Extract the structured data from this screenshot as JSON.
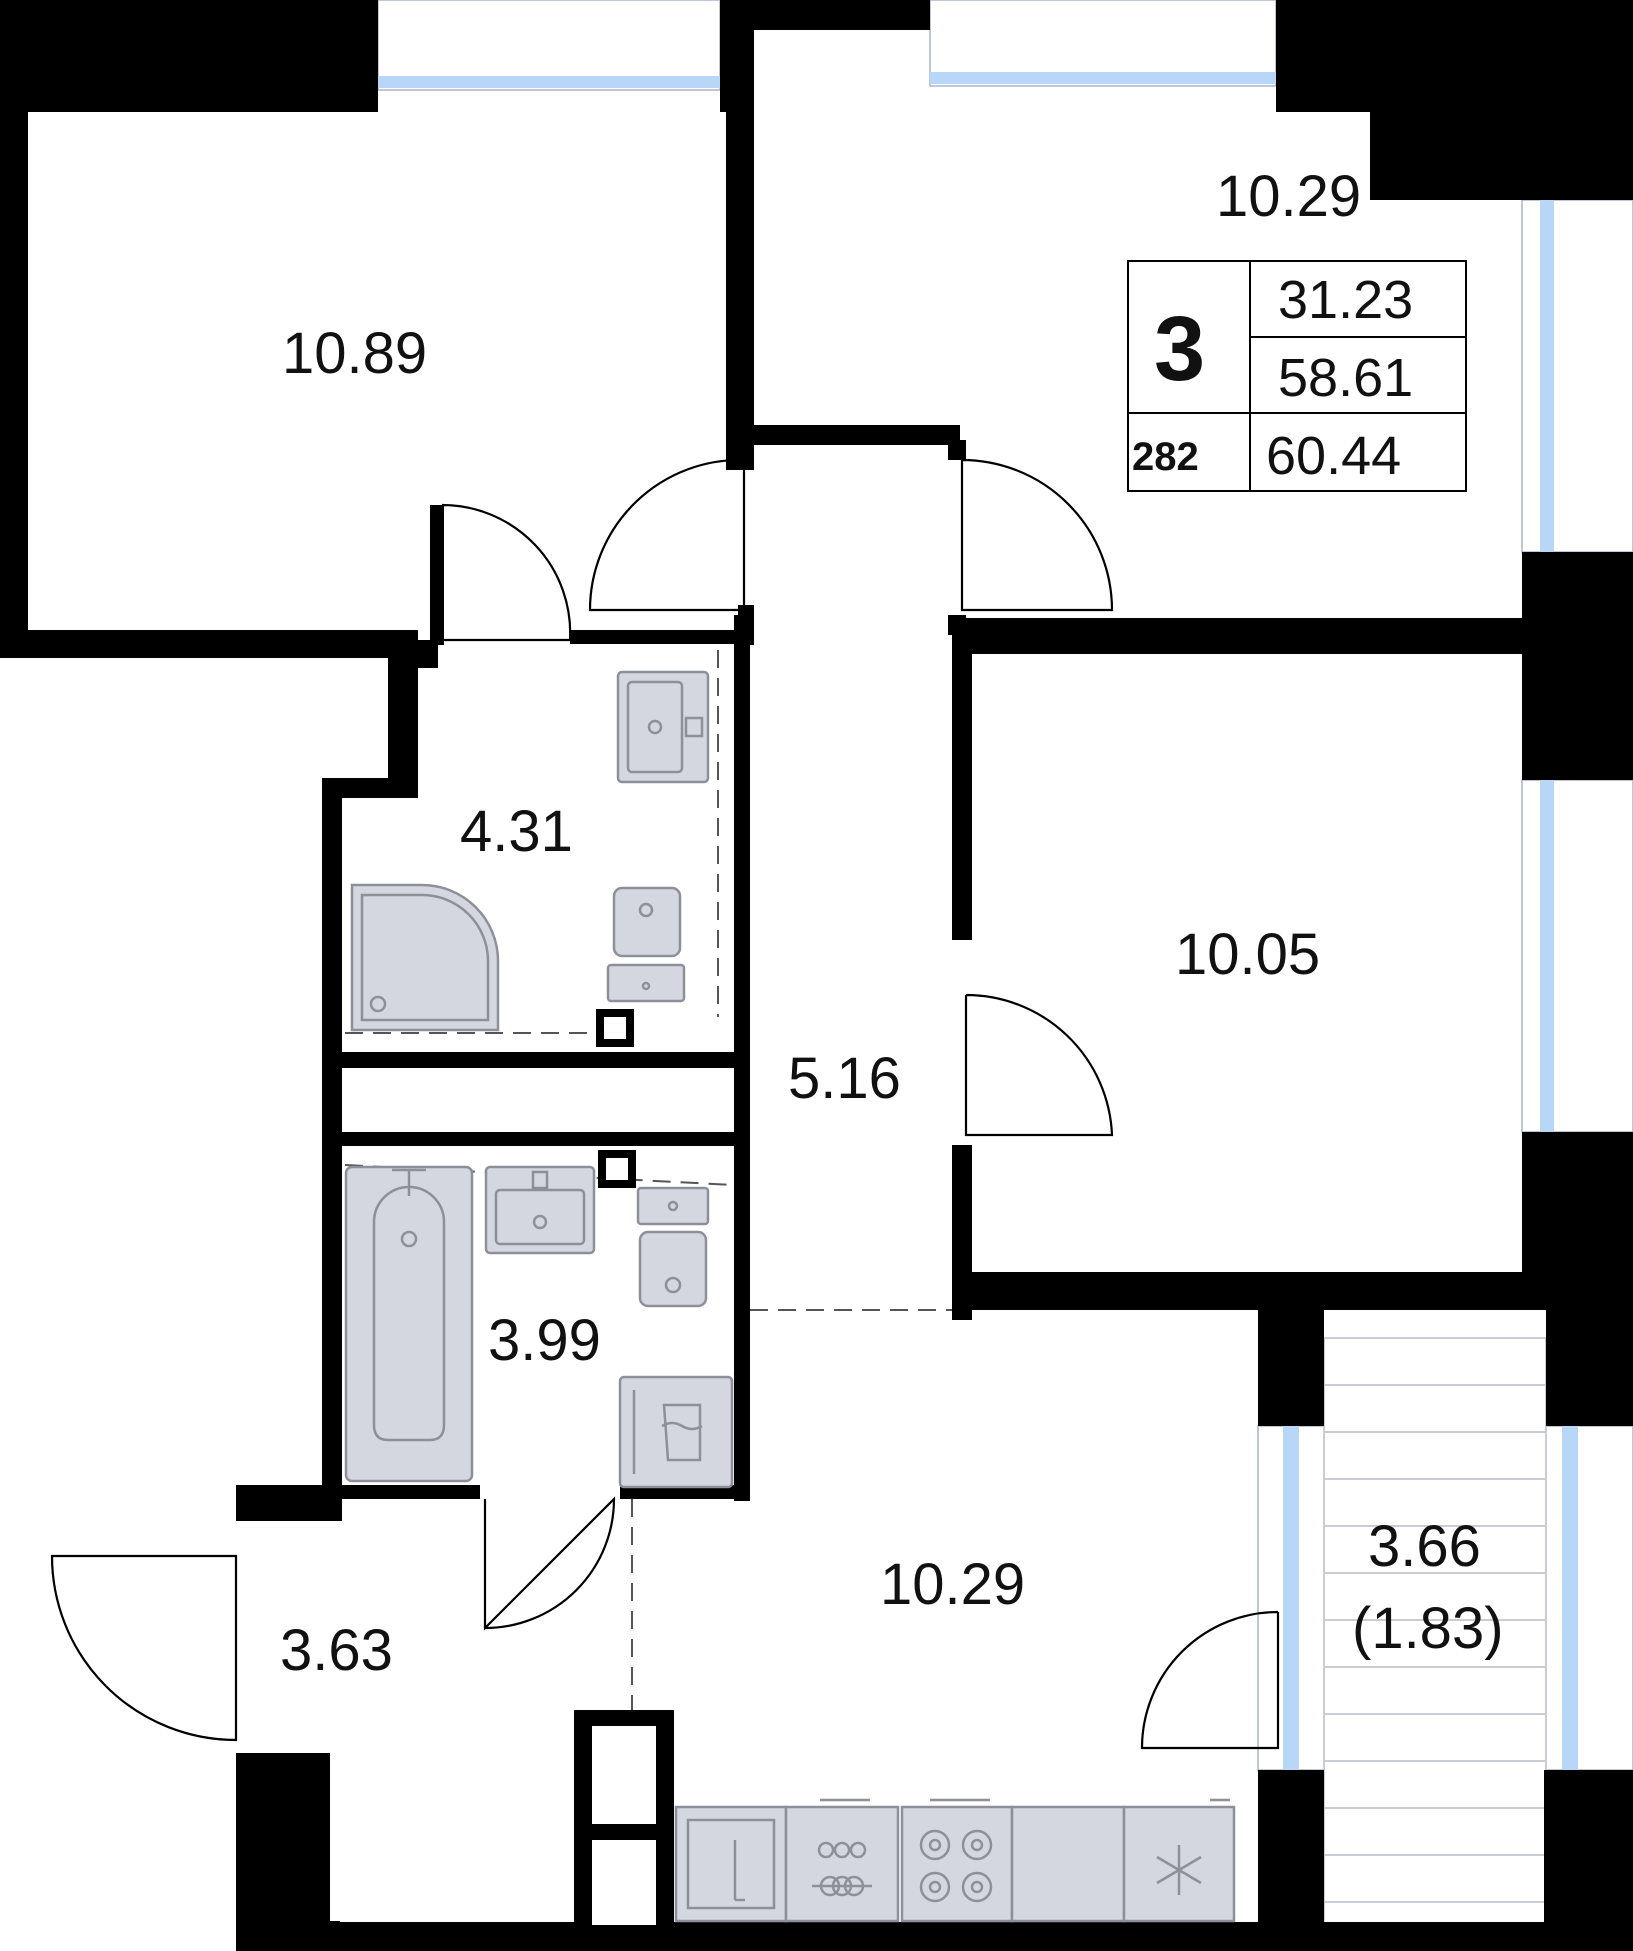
{
  "plan": {
    "rooms": [
      {
        "id": "bedroom-left",
        "area": "10.89"
      },
      {
        "id": "bedroom-top-right",
        "area": "10.29"
      },
      {
        "id": "bedroom-right",
        "area": "10.05"
      },
      {
        "id": "bathroom-upper",
        "area": "4.31"
      },
      {
        "id": "bathroom-lower",
        "area": "3.99"
      },
      {
        "id": "corridor",
        "area": "5.16"
      },
      {
        "id": "entrance-hall",
        "area": "3.63"
      },
      {
        "id": "kitchen-living",
        "area": "10.29"
      },
      {
        "id": "balcony",
        "area": "3.66",
        "reduced_area": "(1.83)"
      }
    ],
    "badge": {
      "rooms_count": "3",
      "apartment_number": "282",
      "living_area": "31.23",
      "total_area": "58.61",
      "total_area_with_balcony": "60.44"
    },
    "icons": {
      "fridge": "snowflake-icon",
      "stove": "stove-burners-icon",
      "washer": "washing-machine-icon"
    },
    "colors": {
      "walls": "#000000",
      "fixtures": "#d4d7e0",
      "window_glass": "#b7d6f8"
    }
  }
}
